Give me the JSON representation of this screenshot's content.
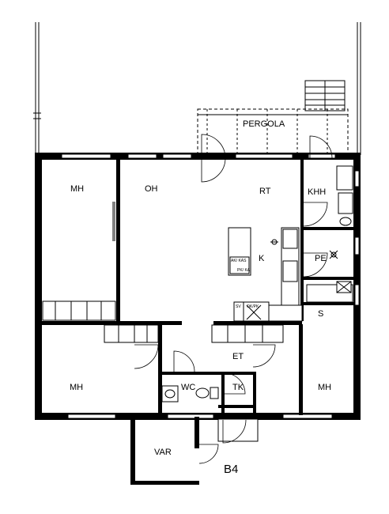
{
  "plan": {
    "unit_code": "B4",
    "rooms": {
      "mh_top_left": "MH",
      "oh": "OH",
      "rt": "RT",
      "khh": "KHH",
      "k": "K",
      "pe": "PE",
      "s": "S",
      "et": "ET",
      "mh_bottom_left": "MH",
      "wc": "WC",
      "tk": "TK",
      "mh_bottom_right": "MH",
      "var": "VAR",
      "pergola": "PERGOLA"
    },
    "fixtures": {
      "sv": "SV",
      "ok_pk": "OK/PK",
      "dish_label": "AK/ KAS",
      "machine_label": "PK/ KA"
    }
  }
}
